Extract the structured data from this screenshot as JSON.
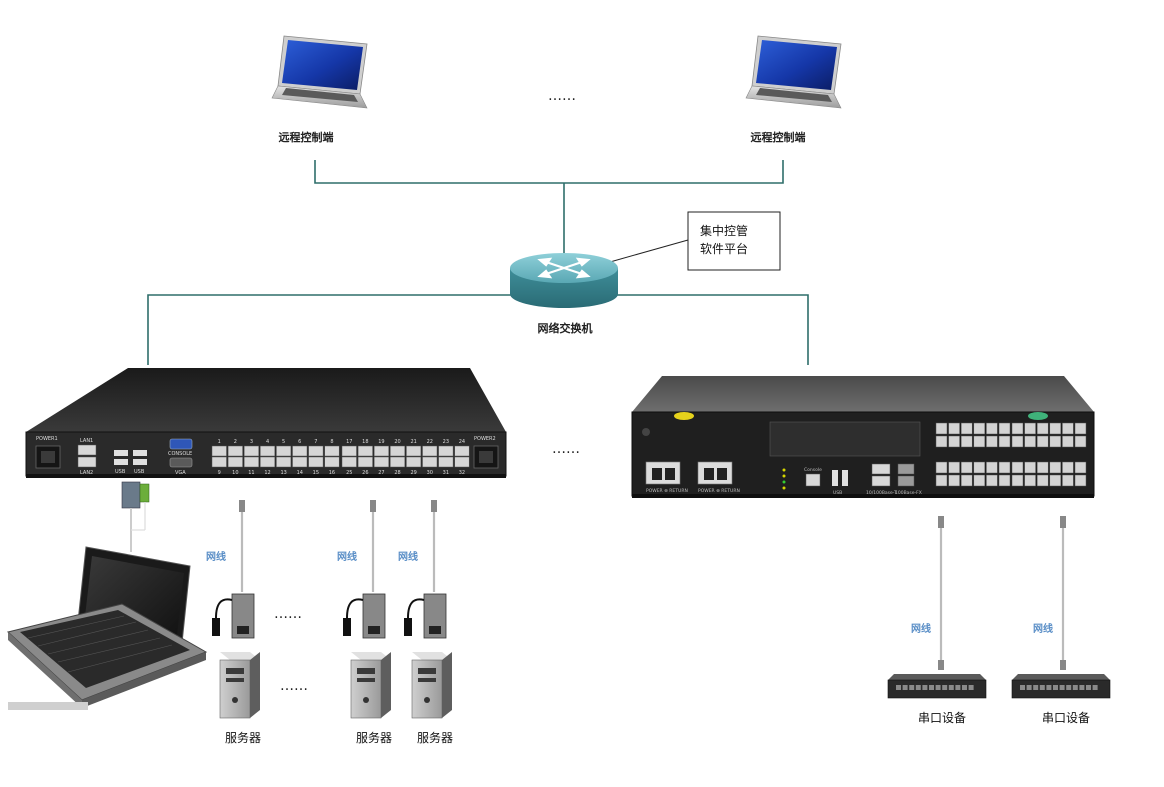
{
  "remote_clients": [
    {
      "label": "远程控制端"
    },
    {
      "label": "远程控制端"
    }
  ],
  "top_ellipsis": "……",
  "switch": {
    "label": "网络交换机"
  },
  "platform_callout": {
    "line1": "集中控管",
    "line2": "软件平台"
  },
  "kvm": {
    "power1": "POWER1",
    "power2": "POWER2",
    "lan1": "LAN1",
    "lan2": "LAN2",
    "usb1": "USB",
    "usb2": "USB",
    "console": "CONSOLE",
    "vga": "VGA",
    "ports_top": [
      "1",
      "2",
      "3",
      "4",
      "5",
      "6",
      "7",
      "8",
      "17",
      "18",
      "19",
      "20",
      "21",
      "22",
      "23",
      "24"
    ],
    "ports_bottom": [
      "9",
      "10",
      "11",
      "12",
      "13",
      "14",
      "15",
      "16",
      "25",
      "26",
      "27",
      "28",
      "29",
      "30",
      "31",
      "32"
    ]
  },
  "middle_ellipsis": "……",
  "serial_server": {
    "power_a": "POWER ⊕ RETURN",
    "power_b": "POWER ⊕ RETURN",
    "console": "Console",
    "usb": "USB",
    "eth": "10/100Base-T",
    "sfp": "100Base-FX"
  },
  "cable_label": "网线",
  "server_label": "服务器",
  "serial_device_label": "串口设备",
  "servers_ellipsis": "……",
  "colors": {
    "network_line": "#2e6e6a",
    "cable_label": "#5b8fc7",
    "router_body": "#4a9aa6",
    "device_dark": "#2a2a2a"
  }
}
